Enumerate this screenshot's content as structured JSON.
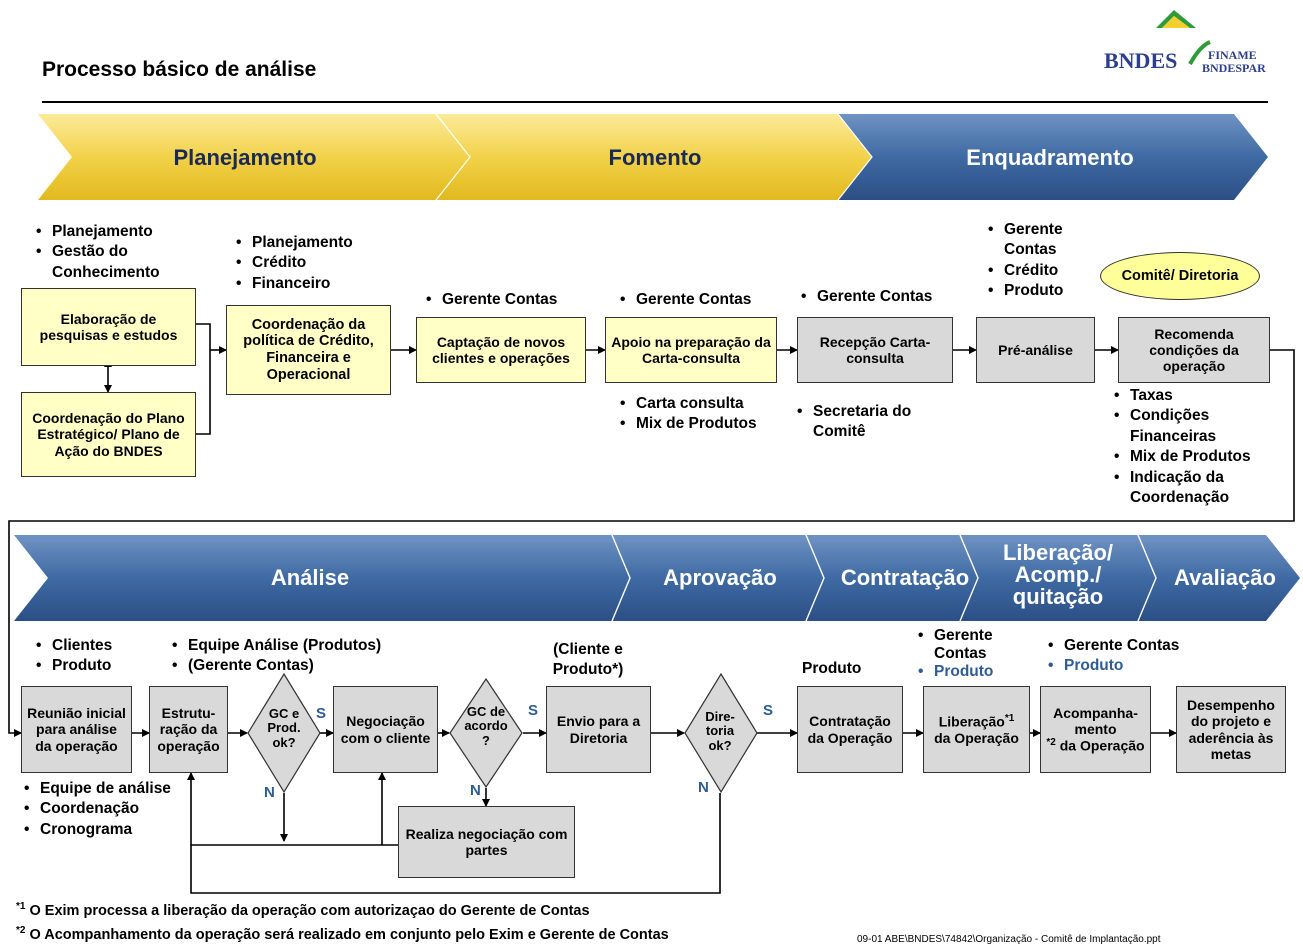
{
  "title": "Processo básico de análise",
  "logo": {
    "brand": "BNDES",
    "sub1": "FINAME",
    "sub2": "BNDESPAR"
  },
  "colors": {
    "yellow_band": "#f3d54e",
    "blue_band": "#3a659e",
    "yellow_box": "#ffffc6",
    "grey_box": "#d9d9d9",
    "accent_blue": "#2e5c96"
  },
  "top_band": [
    "Planejamento",
    "Fomento",
    "Enquadramento"
  ],
  "bottom_band": [
    "Análise",
    "Aprovação",
    "Contratação",
    "Liberação/ Acomp./ quitação",
    "Avaliação"
  ],
  "top_boxes": {
    "elaboracao": "Elaboração de pesquisas e estudos",
    "coordenacao_plano": "Coordenação do Plano Estratégico/ Plano de Ação do BNDES",
    "coordenacao_politica": "Coordenação da política de Crédito, Financeira e Operacional",
    "captacao": "Captação de novos clientes e operações",
    "apoio": "Apoio na preparação da Carta-consulta",
    "recepcao": "Recepção Carta-consulta",
    "pre_analise": "Pré-análise",
    "recomenda": "Recomenda condições da operação",
    "comite": "Comitê/ Diretoria"
  },
  "top_bullets": {
    "b1": [
      "Planejamento",
      "Gestão do Conhecimento"
    ],
    "b2": [
      "Planejamento",
      "Crédito",
      "Financeiro"
    ],
    "b3": [
      "Gerente Contas"
    ],
    "b4": [
      "Gerente Contas"
    ],
    "b4_below": [
      "Carta consulta",
      "Mix de Produtos"
    ],
    "b5": [
      "Gerente Contas"
    ],
    "b5_below": [
      "Secretaria do Comitê"
    ],
    "b6": [
      "Gerente Contas",
      "Crédito",
      "Produto"
    ],
    "b7_below": [
      "Taxas",
      "Condições Financeiras",
      "Mix de Produtos",
      "Indicação da Coordenação"
    ]
  },
  "bottom_boxes": {
    "reuniao": "Reunião inicial para análise da operação",
    "estruturacao": "Estrutu- ração da operação",
    "negociacao": "Negociação com o cliente",
    "envio": "Envio para a Diretoria",
    "realiza": "Realiza negociação com partes",
    "contratacao": "Contratação da Operação",
    "liberacao": "Liberação",
    "liberacao_rest": "da Operação",
    "acompanhamento": "Acompanha- mento",
    "acompanhamento_rest": "da Operação",
    "desempenho": "Desempenho do projeto e aderência às metas"
  },
  "decisions": {
    "d1": "GC e Prod. ok?",
    "d2": "GC de acordo ?",
    "d3": "Dire- toria ok?"
  },
  "yes_label": "S",
  "no_label": "N",
  "bottom_bullets": {
    "c1": [
      "Clientes",
      "Produto"
    ],
    "c1_below": [
      "Equipe de análise",
      "Coordenação",
      "Cronograma"
    ],
    "c2": [
      "Equipe Análise (Produtos)",
      "(Gerente Contas)"
    ],
    "c3_label": "(Cliente e Produto*)",
    "c4_label": "Produto",
    "c5": [
      "Gerente Contas",
      "Produto"
    ],
    "c6": [
      "Gerente Contas",
      "Produto"
    ]
  },
  "sup1": "*1",
  "sup2": "*2",
  "footnotes": [
    "O Exim processa a liberação da operação com autorizaçao do Gerente de Contas",
    "O Acompanhamento da operação será realizado em conjunto pelo Exim e Gerente de Contas"
  ],
  "path": "09-01   ABE\\BNDES\\74842\\Organização - Comitê de Implantação.ppt"
}
